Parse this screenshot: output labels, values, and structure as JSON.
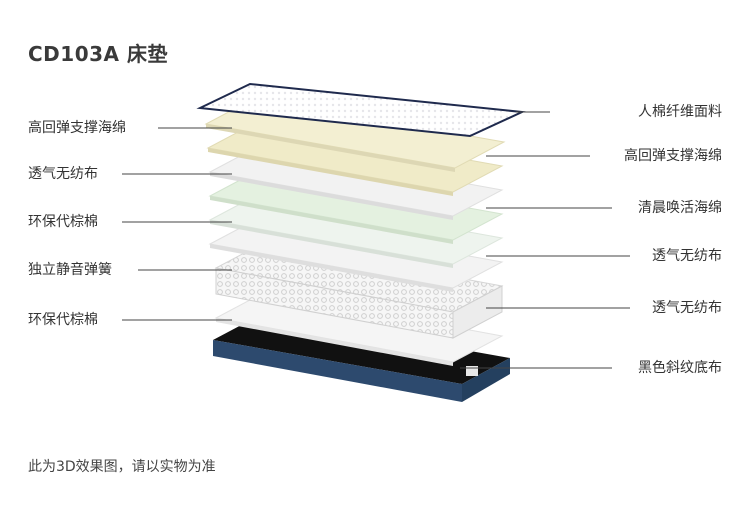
{
  "title": "CD103A 床垫",
  "footnote": "此为3D效果图，请以实物为准",
  "left_labels": [
    "高回弹支撑海绵",
    "透气无纺布",
    "环保代棕棉",
    "独立静音弹簧",
    "环保代棕棉"
  ],
  "right_labels": [
    "人棉纤维面料",
    "高回弹支撑海绵",
    "清晨唤活海绵",
    "透气无纺布",
    "透气无纺布",
    "黑色斜纹底布"
  ],
  "colors": {
    "cover_edge": "#1f2a4d",
    "cream_foam": "#f0ebc8",
    "mint_foam": "#e4f1e0",
    "fabric": "#f3f3f3",
    "base_top": "#111111",
    "base_side": "#2d4a6e"
  }
}
